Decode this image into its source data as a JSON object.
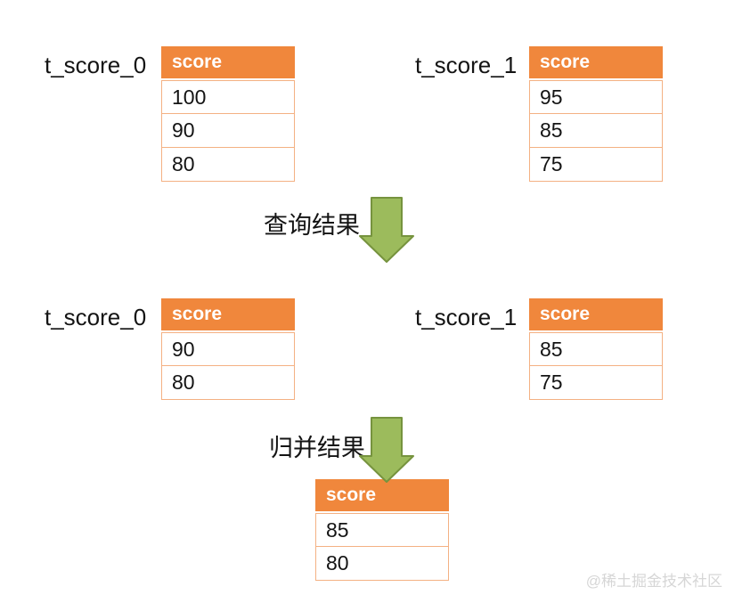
{
  "colors": {
    "table_header_bg": "#F0873C",
    "table_row_border": "#F4B183",
    "arrow_fill": "#9CBB5C",
    "arrow_stroke": "#76933E",
    "text": "#141414",
    "header_text": "#FFFFFF",
    "watermark": "#D6D6D6"
  },
  "tables": {
    "top_left": {
      "name": "t_score_0",
      "header": "score",
      "rows": [
        "100",
        "90",
        "80"
      ]
    },
    "top_right": {
      "name": "t_score_1",
      "header": "score",
      "rows": [
        "95",
        "85",
        "75"
      ]
    },
    "mid_left": {
      "name": "t_score_0",
      "header": "score",
      "rows": [
        "90",
        "80"
      ]
    },
    "mid_right": {
      "name": "t_score_1",
      "header": "score",
      "rows": [
        "85",
        "75"
      ]
    },
    "result": {
      "header": "score",
      "rows": [
        "85",
        "80"
      ]
    }
  },
  "arrows": {
    "query_label": "查询结果",
    "merge_label": "归并结果"
  },
  "watermark_text": "@稀土掘金技术社区"
}
